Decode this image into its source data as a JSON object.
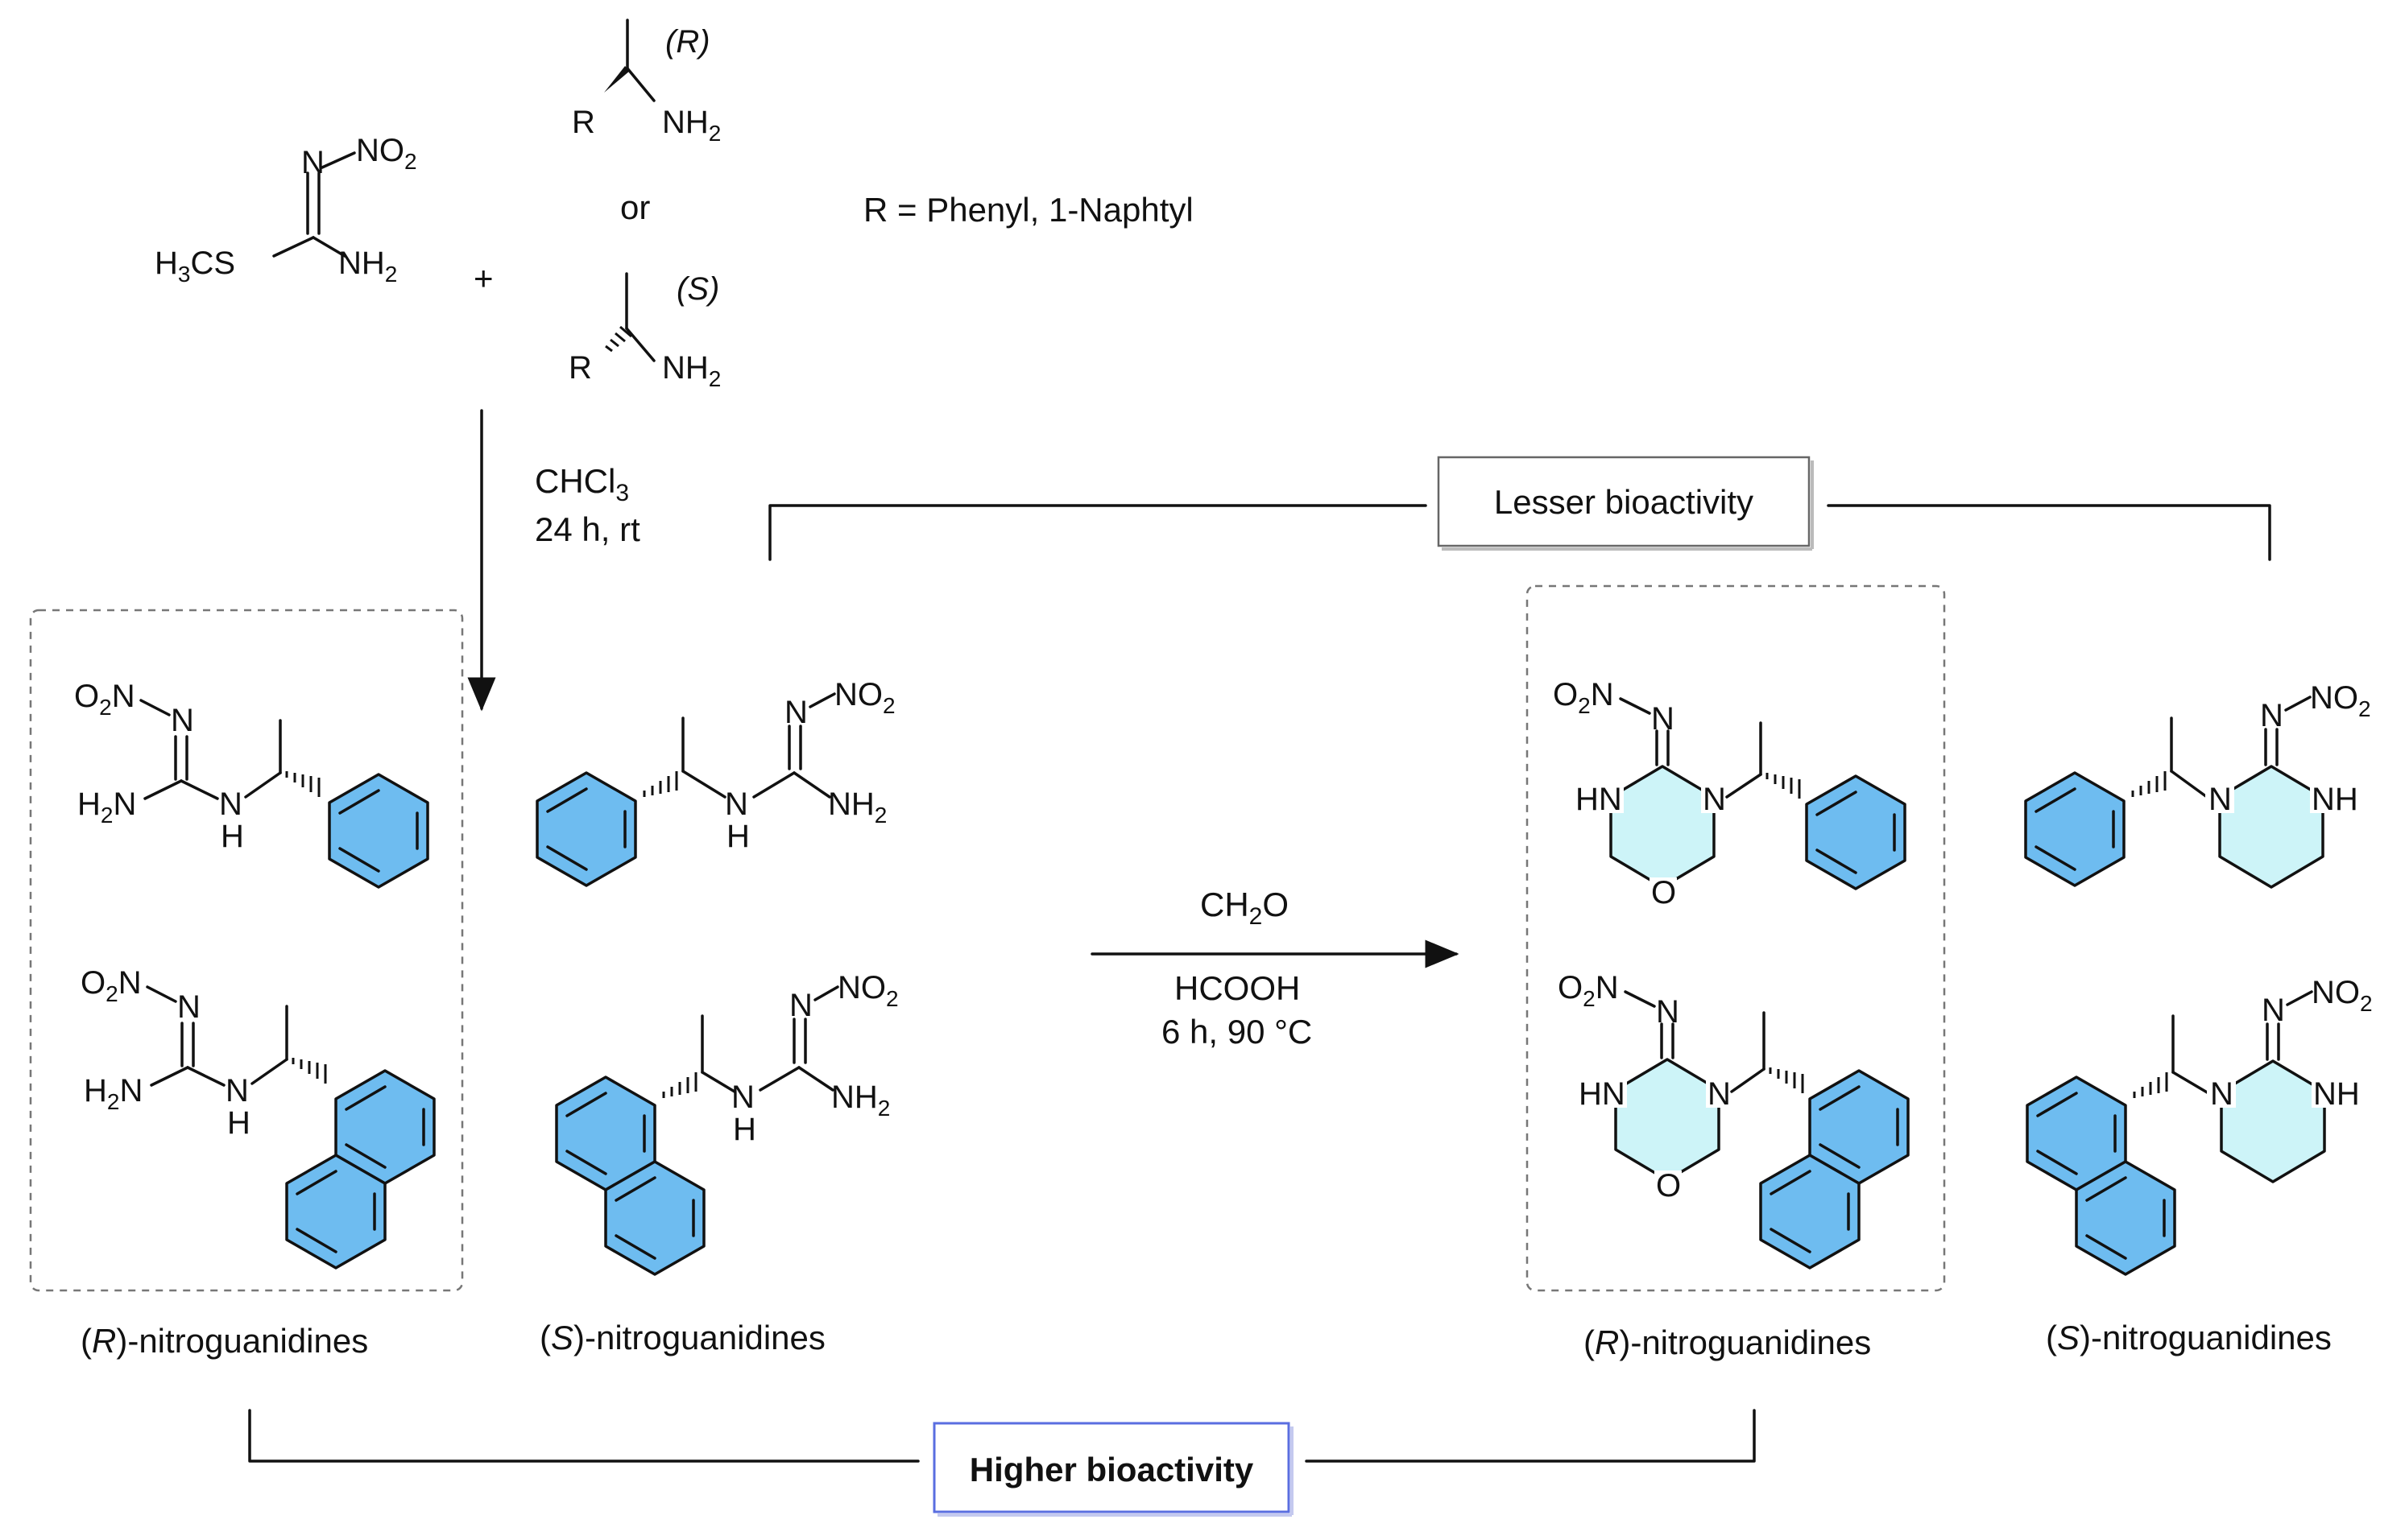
{
  "colors": {
    "aromatic_fill": "#6ebcf0",
    "heterocycle_fill": "#cdf4f8",
    "bond": "#111111",
    "dashed_box": "#777777",
    "higher_box_border": "#5a6ee0",
    "lesser_box_border": "#666666"
  },
  "reagents": {
    "thiourea": {
      "no2": "NO",
      "no2_sub": "2",
      "n": "N",
      "h3c_h": "H",
      "h3c_sub": "3",
      "h3c_rest": "CS",
      "nh2": "NH",
      "nh2_sub": "2"
    },
    "plus": "+",
    "amine_r": {
      "stereo": "(R)",
      "r": "R",
      "nh2": "NH",
      "nh2_sub": "2"
    },
    "or": "or",
    "amine_s": {
      "stereo": "(S)",
      "r": "R",
      "nh2": "NH",
      "nh2_sub": "2"
    },
    "r_definition": "R = Phenyl, 1-Naphtyl"
  },
  "conditions_step1": {
    "line1_main": "CHCl",
    "line1_sub": "3",
    "line2": "24 h, rt"
  },
  "conditions_step2": {
    "line1_main": "CH",
    "line1_sub": "2",
    "line1_end": "O",
    "line2": "HCOOH",
    "line3": "6 h, 90 °C"
  },
  "atoms": {
    "o2n_o": "O",
    "o2n_sub": "2",
    "o2n_n": "N",
    "n": "N",
    "h2n_h": "H",
    "h2n_sub": "2",
    "h2n_n": "N",
    "nh": "N",
    "h": "H",
    "no2": "NO",
    "no2_sub": "2",
    "nh2": "NH",
    "nh2_sub": "2",
    "hn": "HN",
    "o": "O",
    "nh_right": "NH"
  },
  "labels": {
    "r_nitro_left": {
      "paren_open": "(",
      "stereo": "R",
      "rest": ")-nitroguanidines"
    },
    "s_nitro_left": {
      "paren_open": "(",
      "stereo": "S",
      "rest": ")-nitroguanidines"
    },
    "r_nitro_right": {
      "paren_open": "(",
      "stereo": "R",
      "rest": ")-nitroguanidines"
    },
    "s_nitro_right": {
      "paren_open": "(",
      "stereo": "S",
      "rest": ")-nitroguanidines"
    }
  },
  "boxes": {
    "lesser": "Lesser bioactivity",
    "higher": "Higher bioactivity"
  }
}
